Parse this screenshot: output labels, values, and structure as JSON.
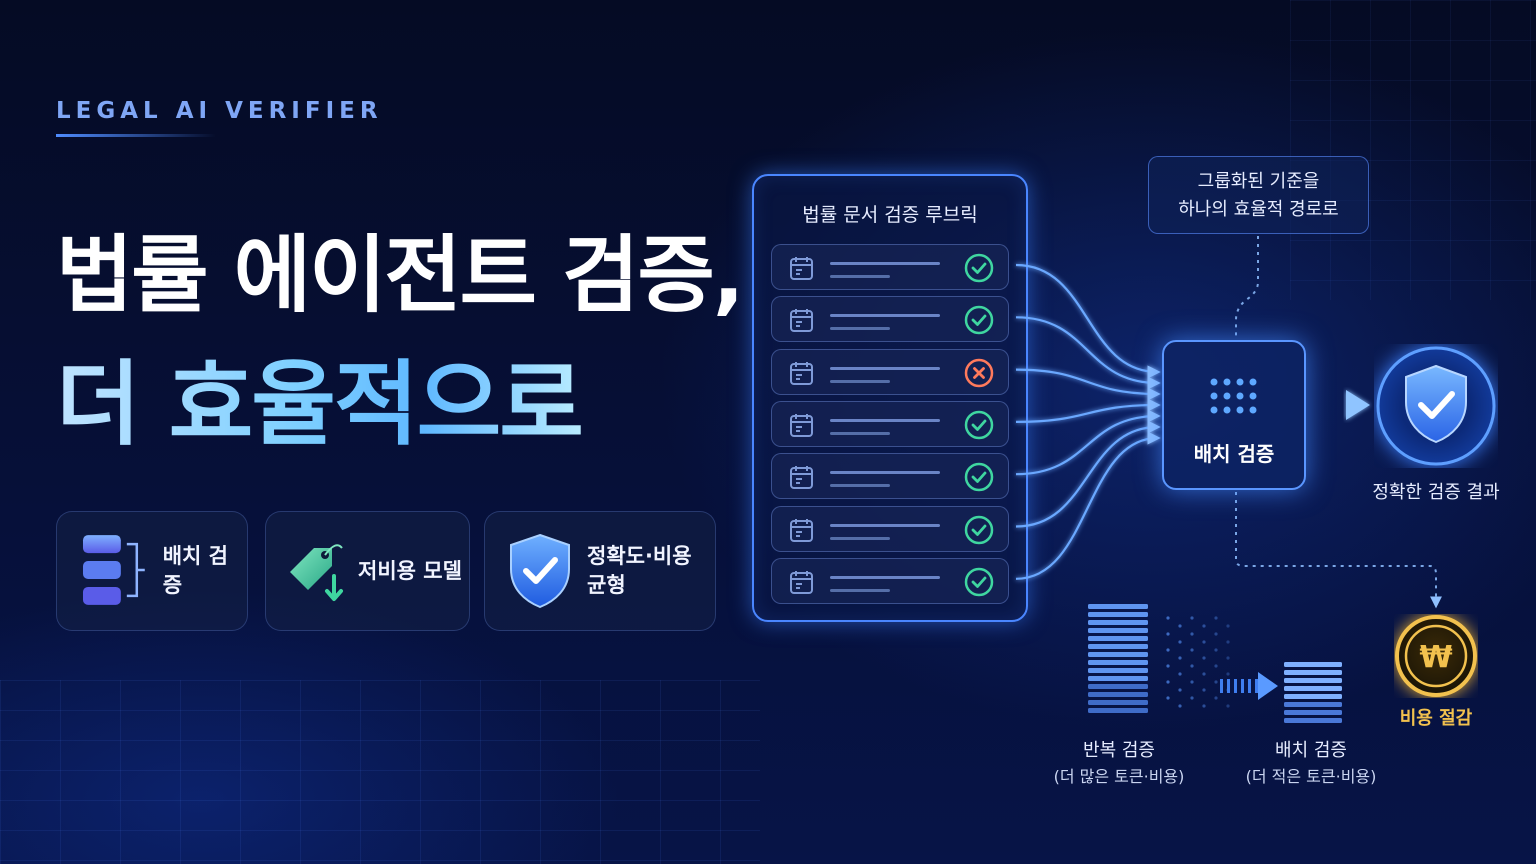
{
  "header": {
    "eyebrow": "LEGAL AI VERIFIER",
    "title_line1": "법률 에이전트 검증,",
    "title_line2": "더 효율적으로"
  },
  "features": [
    {
      "label": "배치 검증",
      "icon": "stack-icon"
    },
    {
      "label": "저비용 모델",
      "icon": "price-tag-down-icon"
    },
    {
      "label_line1": "정확도·비용",
      "label_line2": "균형",
      "icon": "shield-check-icon"
    }
  ],
  "rubric": {
    "title": "법률 문서 검증 루브릭",
    "rows": [
      {
        "status": "pass"
      },
      {
        "status": "pass"
      },
      {
        "status": "fail"
      },
      {
        "status": "pass"
      },
      {
        "status": "pass"
      },
      {
        "status": "pass"
      },
      {
        "status": "pass"
      }
    ]
  },
  "callout": {
    "line1": "그룹화된 기준을",
    "line2": "하나의 효율적 경로로"
  },
  "batch_node": {
    "label": "배치 검증"
  },
  "result": {
    "label": "정확한 검증 결과"
  },
  "cost": {
    "label": "비용 절감",
    "symbol": "₩"
  },
  "comparison": {
    "repeat_label": "반복 검증",
    "repeat_sub": "(더 많은 토큰·비용)",
    "batch_label": "배치 검증",
    "batch_sub": "(더 적은 토큰·비용)"
  },
  "colors": {
    "accent": "#4a86ff",
    "pass": "#3fd6a0",
    "fail": "#ff7a5c",
    "gold": "#f2c14e"
  }
}
